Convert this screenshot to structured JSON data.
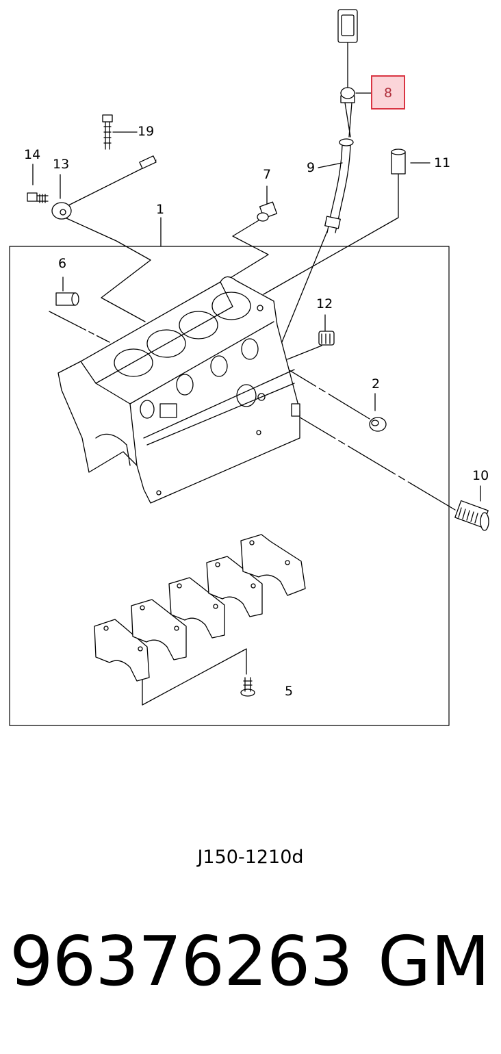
{
  "callouts": {
    "c1": "1",
    "c2": "2",
    "c5": "5",
    "c6": "6",
    "c7": "7",
    "c8": "8",
    "c9": "9",
    "c10": "10",
    "c11": "11",
    "c12": "12",
    "c13": "13",
    "c14": "14",
    "c19": "19"
  },
  "highlighted_callout": "8",
  "highlight_color": "#d93442",
  "diagram_code": "J150-1210d",
  "part_number": "96376263",
  "brand": "GM"
}
